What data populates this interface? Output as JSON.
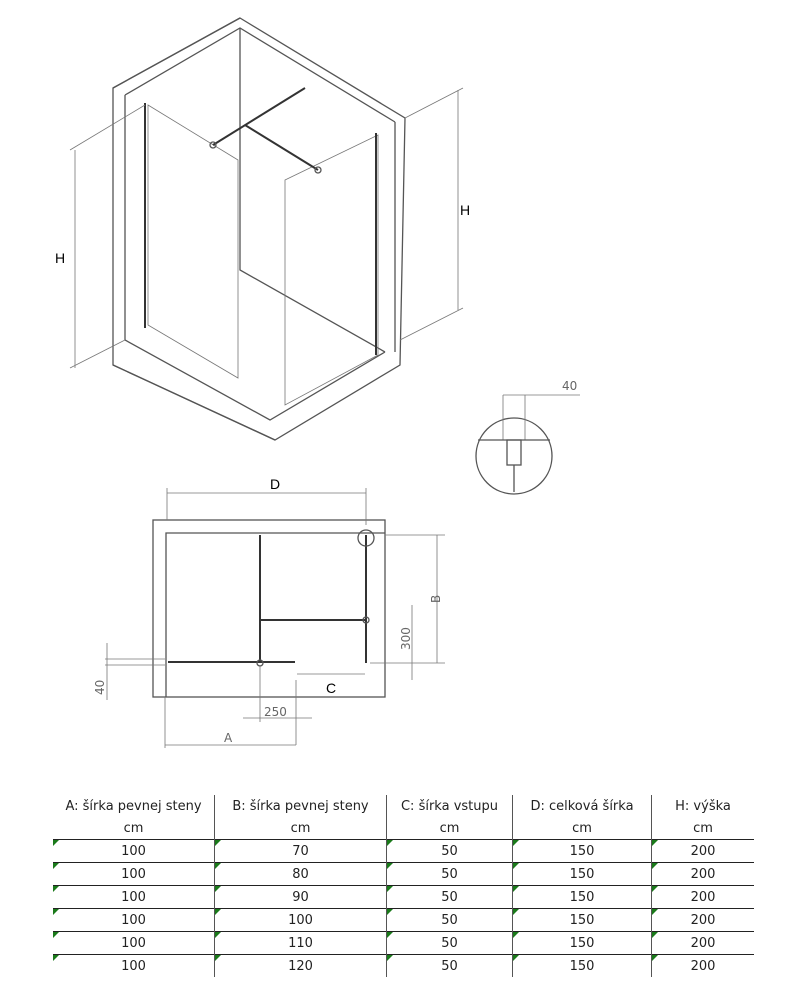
{
  "iso_view": {
    "label_h_left": "H",
    "label_h_right": "H"
  },
  "detail": {
    "dim_40": "40"
  },
  "plan_view": {
    "label_d": "D",
    "label_b": "B",
    "label_c": "C",
    "label_a": "A",
    "dim_300": "300",
    "dim_250": "250",
    "dim_40": "40"
  },
  "table": {
    "headers": [
      {
        "title": "A: šírka pevnej steny",
        "unit": "cm"
      },
      {
        "title": "B: šírka pevnej steny",
        "unit": "cm"
      },
      {
        "title": "C: šírka vstupu",
        "unit": "cm"
      },
      {
        "title": "D: celková šírka",
        "unit": "cm"
      },
      {
        "title": "H: výška",
        "unit": "cm"
      }
    ],
    "rows": [
      [
        "100",
        "70",
        "50",
        "150",
        "200"
      ],
      [
        "100",
        "80",
        "50",
        "150",
        "200"
      ],
      [
        "100",
        "90",
        "50",
        "150",
        "200"
      ],
      [
        "100",
        "100",
        "50",
        "150",
        "200"
      ],
      [
        "100",
        "110",
        "50",
        "150",
        "200"
      ],
      [
        "100",
        "120",
        "50",
        "150",
        "200"
      ]
    ]
  }
}
